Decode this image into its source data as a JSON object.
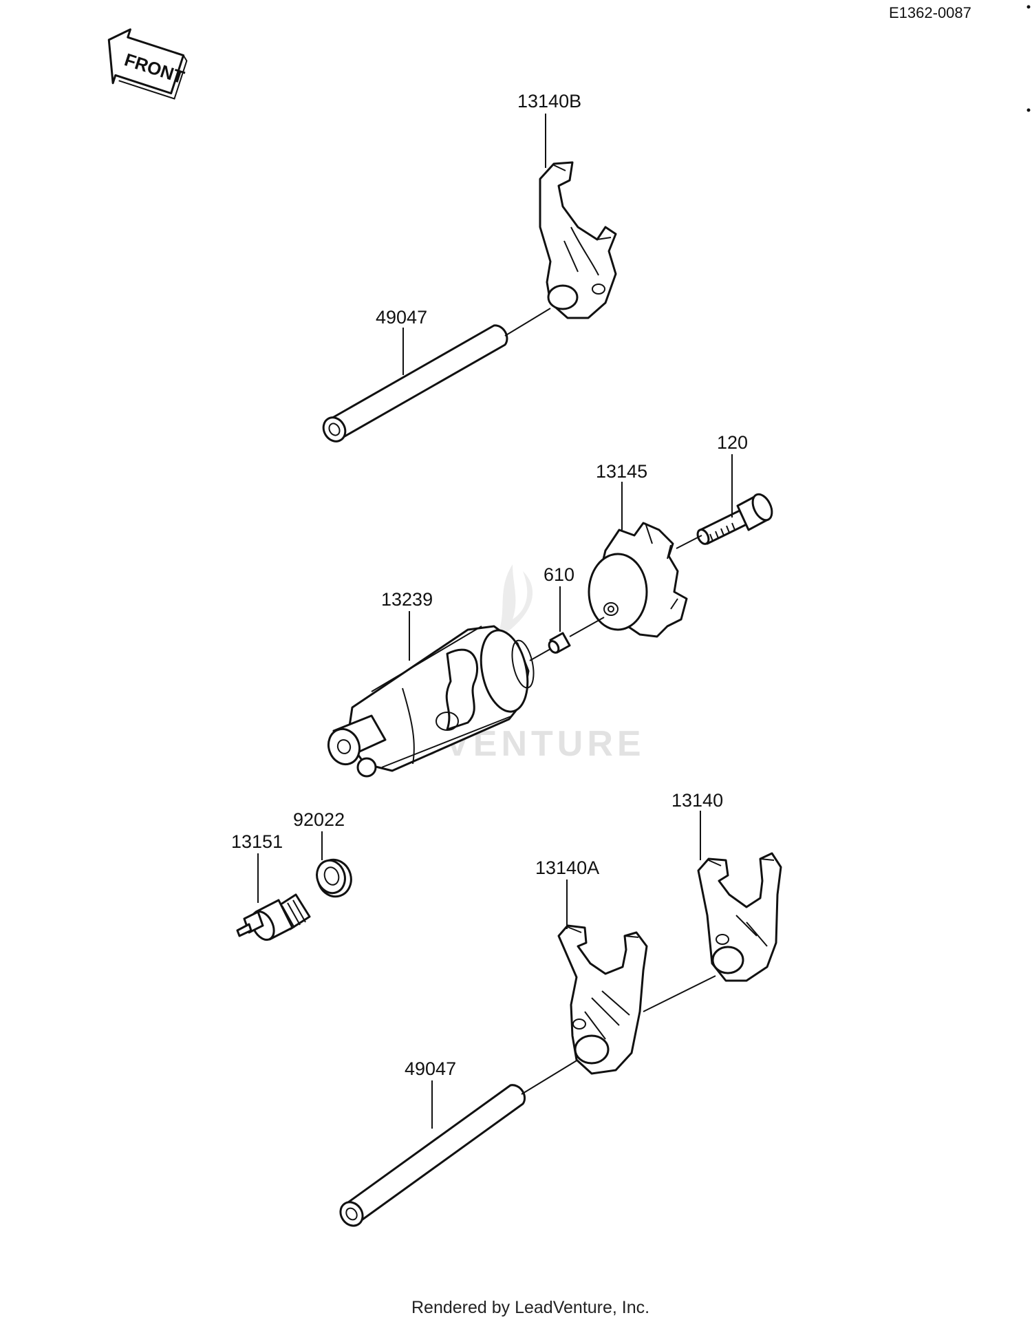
{
  "diagram_ref": "E1362-0087",
  "front_arrow": {
    "label": "FRONT"
  },
  "watermark": {
    "text": "ADVENTURE"
  },
  "parts": {
    "fork_b": {
      "number": "13140B"
    },
    "shaft_upper": {
      "number": "49047"
    },
    "cam_plate": {
      "number": "13145"
    },
    "bolt": {
      "number": "120"
    },
    "pin": {
      "number": "610"
    },
    "drum": {
      "number": "13239"
    },
    "fork_c": {
      "number": "13140"
    },
    "washer": {
      "number": "92022"
    },
    "switch": {
      "number": "13151"
    },
    "fork_a": {
      "number": "13140A"
    },
    "shaft_lower": {
      "number": "49047"
    }
  },
  "footer": "Rendered by LeadVenture, Inc."
}
